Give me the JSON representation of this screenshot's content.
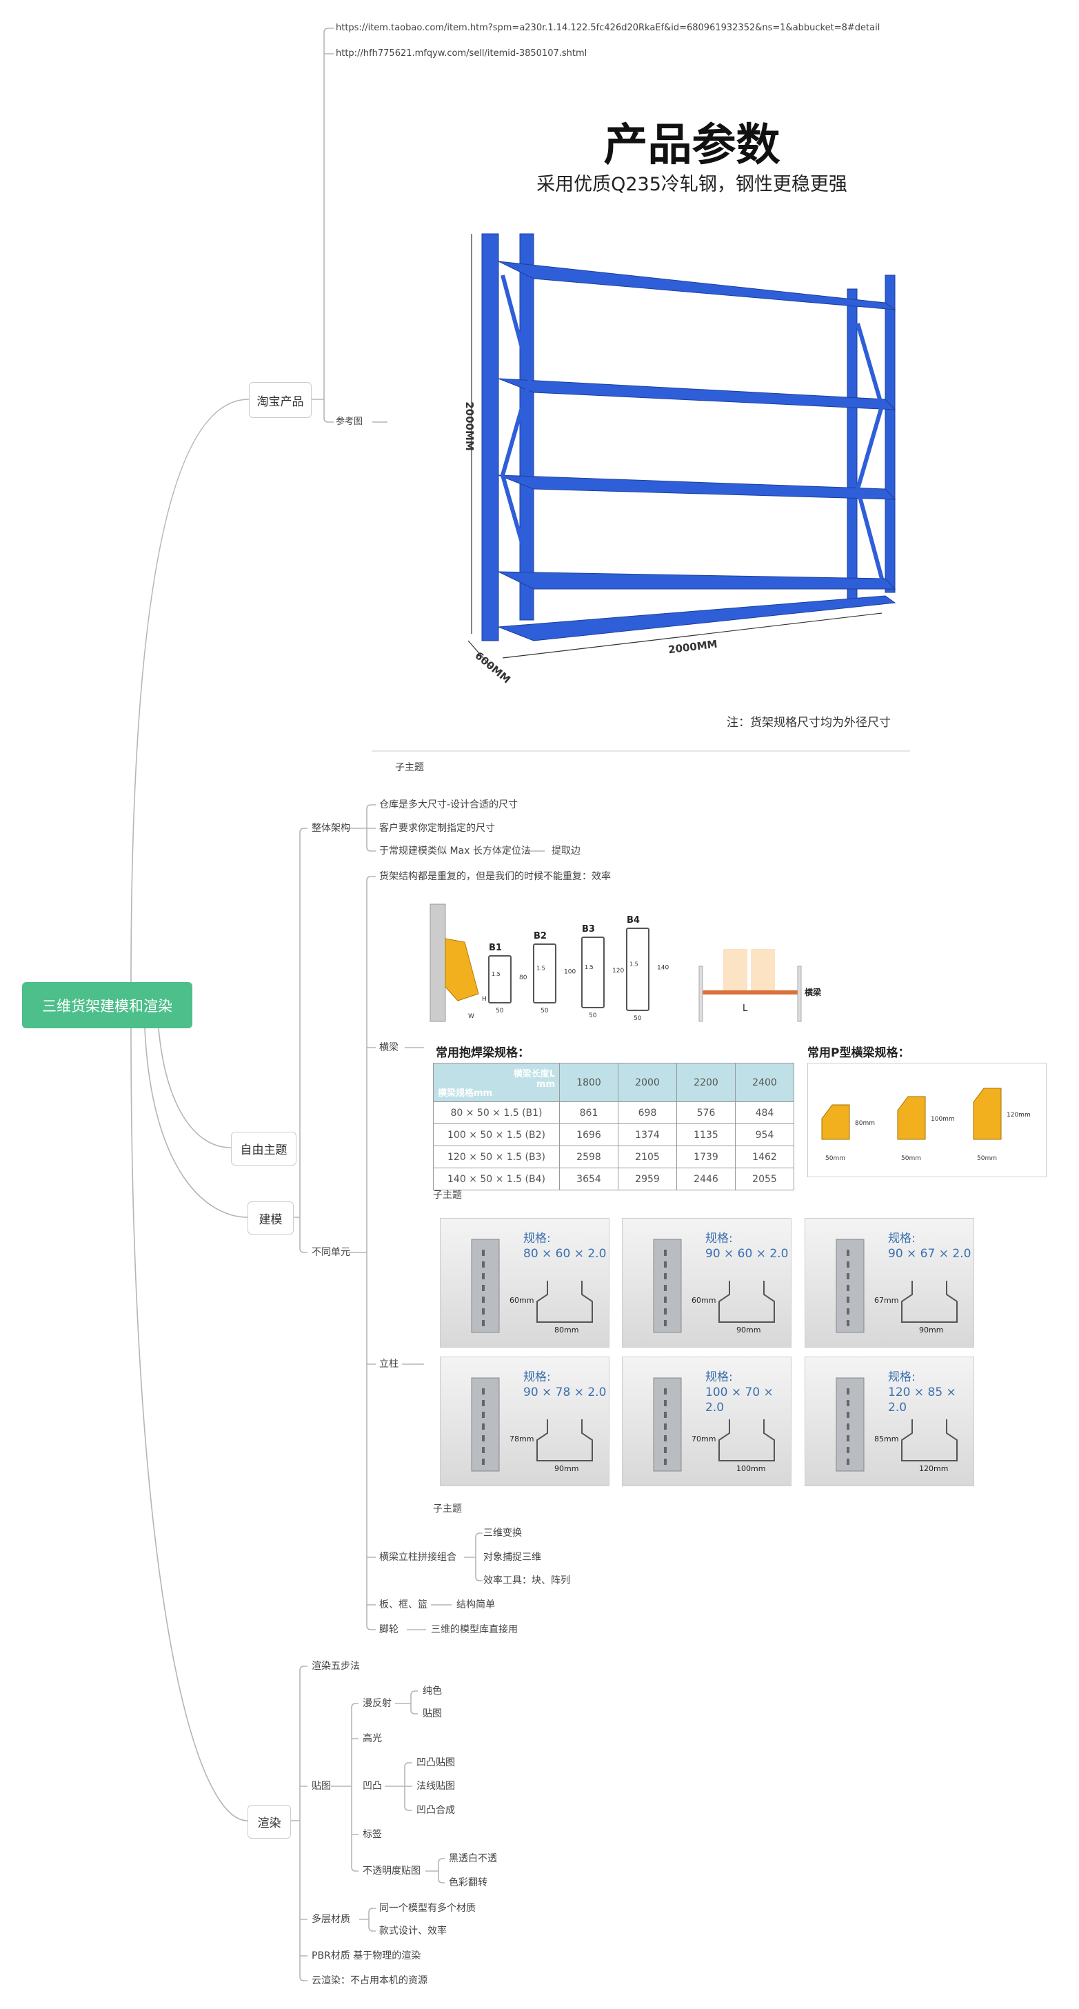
{
  "root": {
    "label": "三维货架建模和渲染",
    "color": "#4cbf8a"
  },
  "taobao": {
    "label": "淘宝产品",
    "links": [
      "https://item.taobao.com/item.htm?spm=a230r.1.14.122.5fc426d20RkaEf&id=680961932352&ns=1&abbucket=8#detail",
      "http://hfh775621.mfqyw.com/sell/itemid-3850107.shtml"
    ],
    "ref_label": "参考图",
    "image": {
      "title": "产品参数",
      "subtitle": "采用优质Q235冷轧钢，钢性更稳更强",
      "height_dim": "2000MM",
      "width_dim": "2000MM",
      "depth_dim": "600MM",
      "note": "注：货架规格尺寸均为外径尺寸",
      "shelf_color": "#2e5fd8"
    }
  },
  "free_topic": {
    "label": "自由主题"
  },
  "modeling": {
    "label": "建模",
    "subtopic1": "子主题",
    "overall": {
      "label": "整体架构",
      "items": [
        "仓库是多大尺寸-设计合适的尺寸",
        "客户要求你定制指定的尺寸",
        "于常规建模类似 Max 长方体定位法"
      ],
      "extract": "提取边"
    },
    "units": {
      "label": "不同单元",
      "note": "货架结构都是重复的，但是我们的时候不能重复：效率",
      "beam": {
        "label": "横梁",
        "sections": [
          {
            "name": "B1",
            "h": "80",
            "w": "50",
            "t": "1.5"
          },
          {
            "name": "B2",
            "h": "100",
            "w": "50",
            "t": "1.5"
          },
          {
            "name": "B3",
            "h": "120",
            "w": "50",
            "t": "1.5"
          },
          {
            "name": "B4",
            "h": "140",
            "w": "50",
            "t": "1.5"
          }
        ],
        "dims": {
          "h": "H",
          "w": "W",
          "l": "L",
          "beam": "横梁"
        },
        "table_caption": "常用抱焊梁规格：",
        "corner_top": "横梁长度L",
        "corner_unit": "mm",
        "corner_bottom": "横梁规格mm",
        "columns": [
          "1800",
          "2000",
          "2200",
          "2400"
        ],
        "rows": [
          {
            "spec": "80 × 50 × 1.5 (B1)",
            "values": [
              "861",
              "698",
              "576",
              "484"
            ]
          },
          {
            "spec": "100 × 50 × 1.5 (B2)",
            "values": [
              "1696",
              "1374",
              "1135",
              "954"
            ]
          },
          {
            "spec": "120 × 50 × 1.5 (B3)",
            "values": [
              "2598",
              "2105",
              "1739",
              "1462"
            ]
          },
          {
            "spec": "140 × 50 × 1.5 (B4)",
            "values": [
              "3654",
              "2959",
              "2446",
              "2055"
            ]
          }
        ],
        "p_caption": "常用P型横梁规格：",
        "p_types": [
          {
            "h": "80mm",
            "w": "50mm"
          },
          {
            "h": "100mm",
            "w": "50mm"
          },
          {
            "h": "120mm",
            "w": "50mm"
          }
        ]
      },
      "subtopic2": "子主题",
      "upright": {
        "label": "立柱",
        "spec_label": "规格:",
        "cards": [
          {
            "spec": "80 × 60 × 2.0",
            "h": "60mm",
            "w": "80mm"
          },
          {
            "spec": "90 × 60 × 2.0",
            "h": "60mm",
            "w": "90mm"
          },
          {
            "spec": "90 × 67 × 2.0",
            "h": "67mm",
            "w": "90mm"
          },
          {
            "spec": "90 × 78 × 2.0",
            "h": "78mm",
            "w": "90mm"
          },
          {
            "spec": "100 × 70 × 2.0",
            "h": "70mm",
            "w": "100mm"
          },
          {
            "spec": "120 × 85 × 2.0",
            "h": "85mm",
            "w": "120mm"
          }
        ]
      },
      "subtopic3": "子主题",
      "combine": {
        "label": "横梁立柱拼接组合",
        "items": [
          "三维变换",
          "对象捕捉三维",
          "效率工具：块、阵列"
        ]
      },
      "board": {
        "label": "板、框、篮",
        "child": "结构简单"
      },
      "caster": {
        "label": "脚轮",
        "child": "三维的模型库直接用"
      }
    }
  },
  "render": {
    "label": "渲染",
    "steps": "渲染五步法",
    "texture": {
      "label": "贴图",
      "diffuse": {
        "label": "漫反射",
        "items": [
          "纯色",
          "贴图"
        ]
      },
      "specular": "高光",
      "bump": {
        "label": "凹凸",
        "items": [
          "凹凸贴图",
          "法线贴图",
          "凹凸合成"
        ]
      },
      "tag": "标签",
      "opacity": {
        "label": "不透明度贴图",
        "items": [
          "黑透白不透",
          "色彩翻转"
        ]
      }
    },
    "multi": {
      "label": "多层材质",
      "items": [
        "同一个模型有多个材质",
        "款式设计、效率"
      ]
    },
    "pbr": "PBR材质 基于物理的渲染",
    "cloud": "云渲染：不占用本机的资源"
  }
}
